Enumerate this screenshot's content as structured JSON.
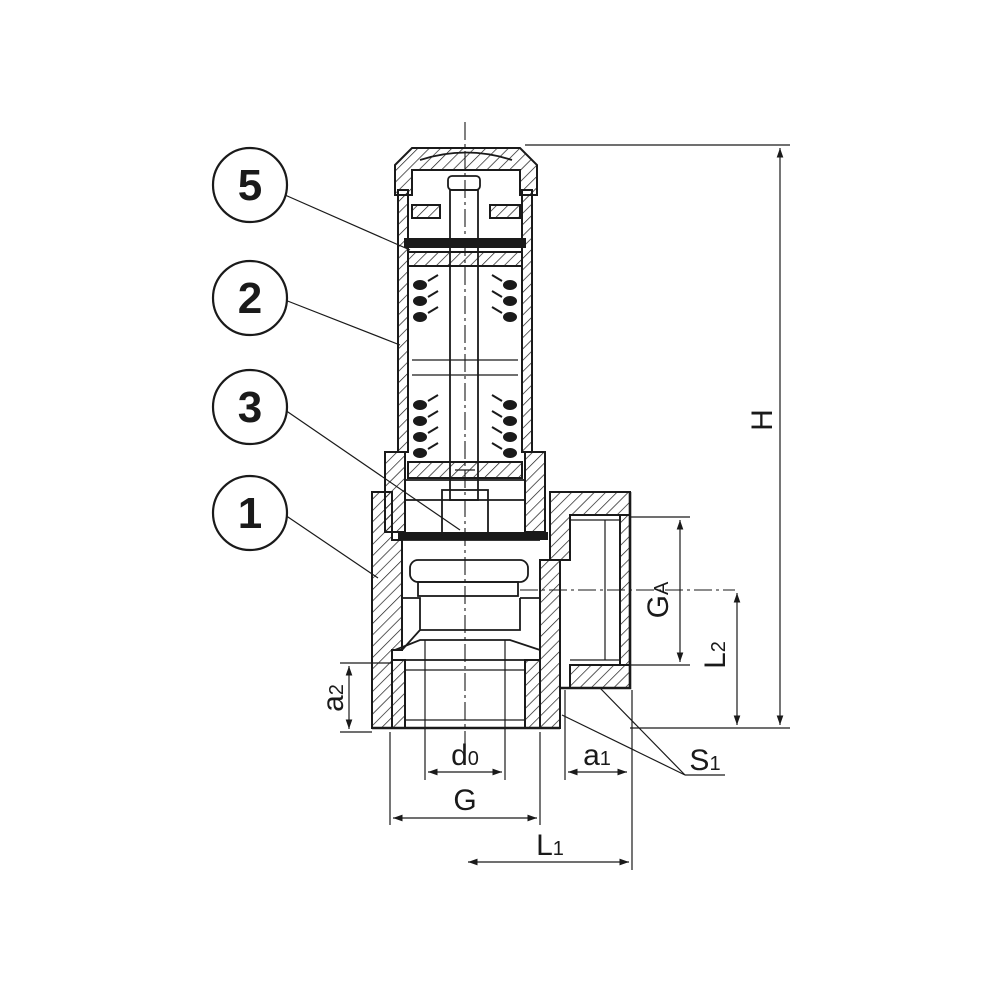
{
  "callouts": [
    {
      "id": "5",
      "label": "5"
    },
    {
      "id": "2",
      "label": "2"
    },
    {
      "id": "3",
      "label": "3"
    },
    {
      "id": "1",
      "label": "1"
    }
  ],
  "dimensions": {
    "H": {
      "main": "H",
      "sub": ""
    },
    "GA": {
      "main": "G",
      "sub": "A"
    },
    "L2": {
      "main": "L",
      "sub": "2"
    },
    "a2": {
      "main": "a",
      "sub": "2"
    },
    "d0": {
      "main": "d",
      "sub": "0"
    },
    "G": {
      "main": "G",
      "sub": ""
    },
    "a1": {
      "main": "a",
      "sub": "1"
    },
    "S1": {
      "main": "S",
      "sub": "1"
    },
    "L1": {
      "main": "L",
      "sub": "1"
    }
  }
}
